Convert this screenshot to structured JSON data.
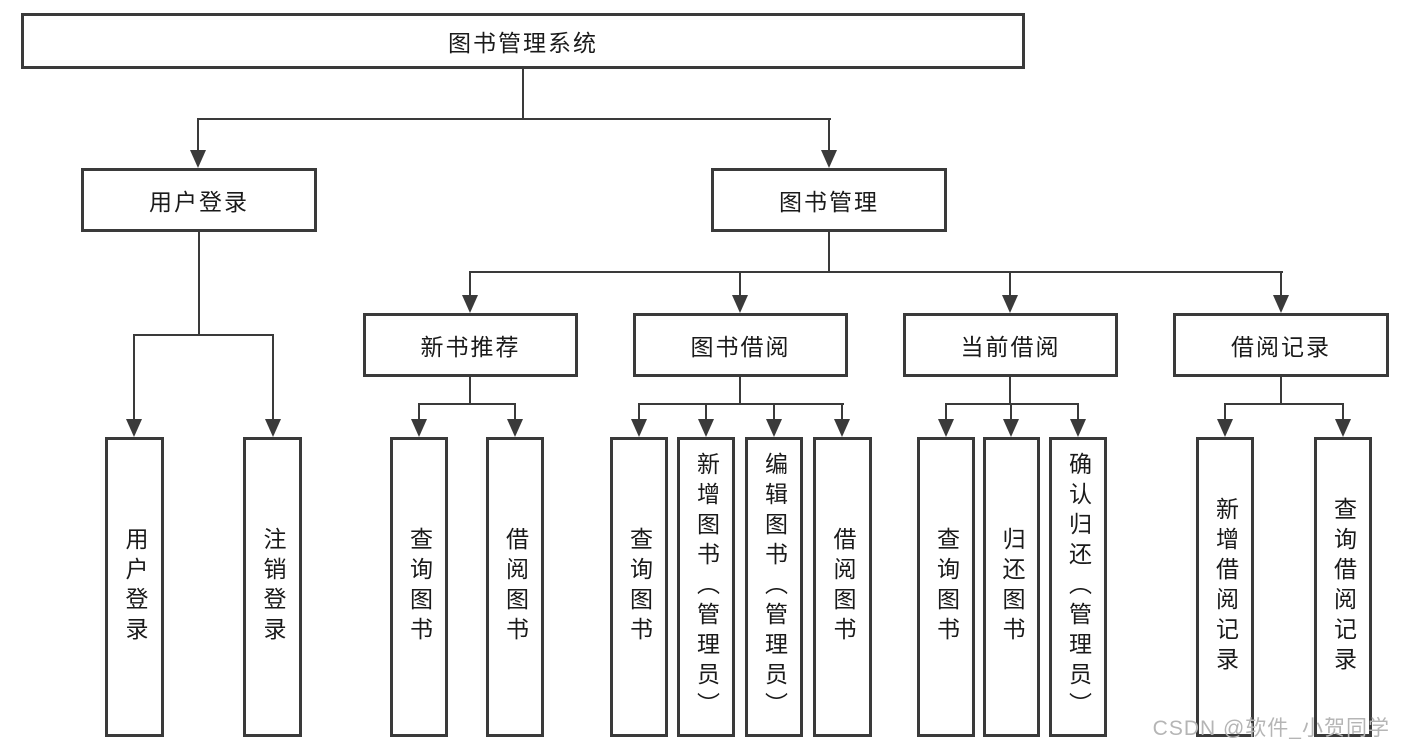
{
  "tree": {
    "root": {
      "label": "图书管理系统"
    },
    "children": [
      {
        "label": "用户登录",
        "children": [
          {
            "label": "用户登录"
          },
          {
            "label": "注销登录"
          }
        ]
      },
      {
        "label": "图书管理",
        "children": [
          {
            "label": "新书推荐",
            "children": [
              {
                "label": "查询图书"
              },
              {
                "label": "借阅图书"
              }
            ]
          },
          {
            "label": "图书借阅",
            "children": [
              {
                "label": "查询图书"
              },
              {
                "label": "新增图书（管理员）"
              },
              {
                "label": "编辑图书（管理员）"
              },
              {
                "label": "借阅图书"
              }
            ]
          },
          {
            "label": "当前借阅",
            "children": [
              {
                "label": "查询图书"
              },
              {
                "label": "归还图书"
              },
              {
                "label": "确认归还（管理员）"
              }
            ]
          },
          {
            "label": "借阅记录",
            "children": [
              {
                "label": "新增借阅记录"
              },
              {
                "label": "查询借阅记录"
              }
            ]
          }
        ]
      }
    ]
  },
  "watermark": {
    "text": "CSDN @软件_小贺同学"
  },
  "colors": {
    "line": "#3a3a3a",
    "text": "#1a1a1a",
    "background": "#ffffff",
    "watermark": "#b5b5b5"
  }
}
